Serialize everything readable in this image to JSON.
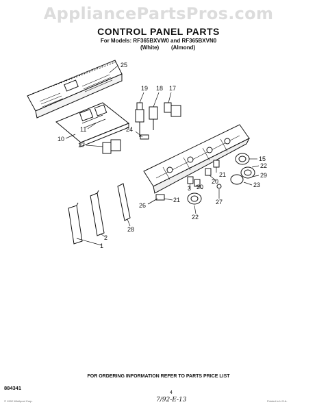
{
  "watermark": "AppliancePartsPros.com",
  "title": "CONTROL PANEL PARTS",
  "models_line": "For Models: RF365BXVW0 and RF365BXVN0",
  "variant_white": "(White)",
  "variant_almond": "(Almond)",
  "callouts": [
    "25",
    "19",
    "18",
    "17",
    "11",
    "24",
    "10",
    "17",
    "15",
    "22",
    "21",
    "29",
    "20",
    "3",
    "20",
    "23",
    "21",
    "27",
    "26",
    "28",
    "2",
    "22",
    "1"
  ],
  "footer_note": "FOR ORDERING INFORMATION REFER TO PARTS PRICE LIST",
  "document_number": "884341",
  "page_number": "4",
  "handwritten_date": "7/92-E-13",
  "fine_print_left": "© 1992 Whirlpool Corp.",
  "fine_print_right": "Printed in U.S.A."
}
